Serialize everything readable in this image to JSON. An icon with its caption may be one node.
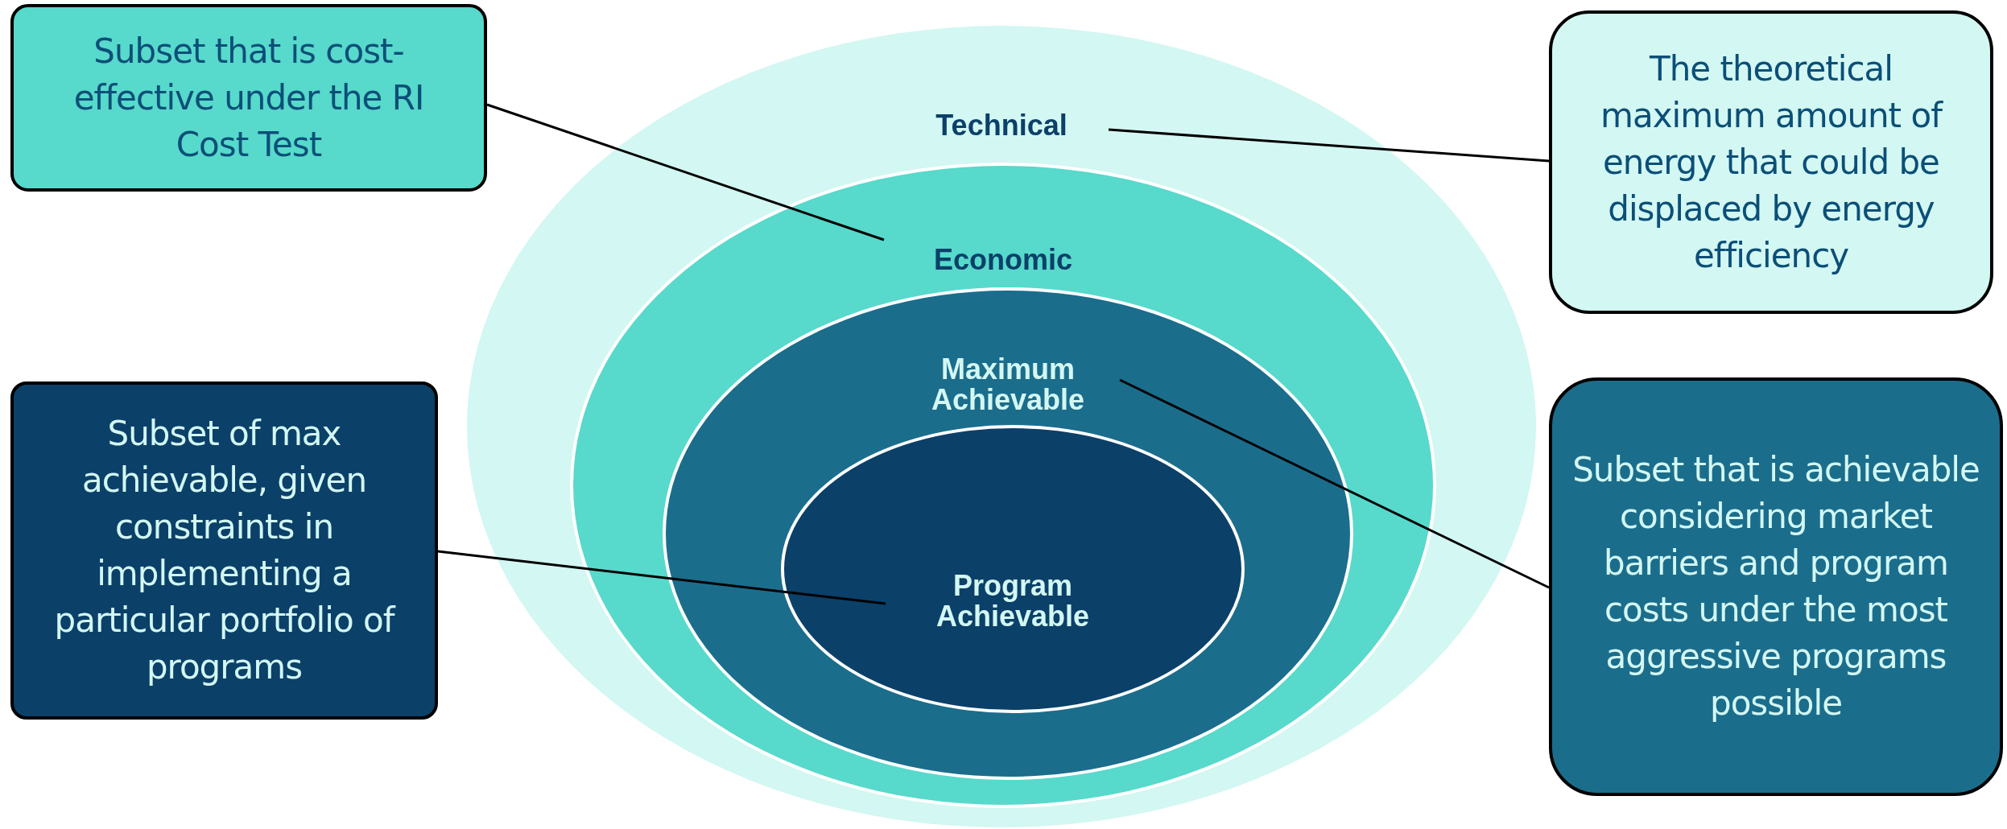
{
  "diagram": {
    "nodes": [
      {
        "text": [
          "Technical"
        ]
      },
      {
        "text": [
          "Economic"
        ],
        "in": 0
      },
      {
        "text": [
          "Maximum Achievable"
        ],
        "in": 1
      },
      {
        "text": [
          "Program Achievable"
        ],
        "in": 2
      },
      {
        "text": [
          "Subset that is cost-effective under the RI Cost Test"
        ]
      },
      {
        "text": [
          "The theoretical maximum amount of energy that could be displaced by energy efficiency"
        ]
      },
      {
        "text": [
          "Subset of max achievable, given constraints in implementing a particular portfolio of programs"
        ]
      },
      {
        "text": [
          "Subset that is achievable considering market barriers and program costs under the most aggressive programs possible"
        ]
      }
    ],
    "edges": [
      {
        "from": 4,
        "to": 1,
        "arrow": "none"
      },
      {
        "from": 5,
        "to": 0,
        "arrow": "none"
      },
      {
        "from": 6,
        "to": 3,
        "arrow": "none"
      },
      {
        "from": 7,
        "to": 2,
        "arrow": "none"
      }
    ]
  }
}
